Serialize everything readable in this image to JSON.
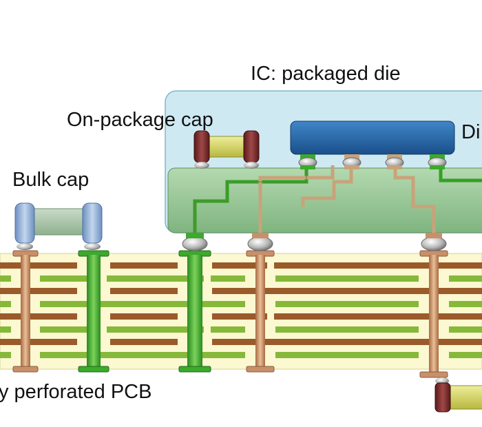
{
  "labels": {
    "ic_package": "IC: packaged die",
    "on_package_cap": "On-package cap",
    "bulk_cap": "Bulk cap",
    "die": "Di",
    "pcb": "y perforated PCB"
  },
  "colors": {
    "package_fill": "#cfe9f3",
    "package_stroke": "#7fb7cc",
    "substrate": "#8fc08f",
    "die": "#2467a8",
    "pcb_fill": "#fbf8d2",
    "power_plane": "#86b83a",
    "ground_plane": "#9a5a2a",
    "power_via": "#3caa2c",
    "ground_via": "#c8906a",
    "bulk_cap_terminal": "#8fb0d8",
    "bulk_cap_body": "#a9c3a9",
    "on_package_cap_terminal": "#7a2a2a",
    "on_package_cap_body": "#d8d86a"
  }
}
